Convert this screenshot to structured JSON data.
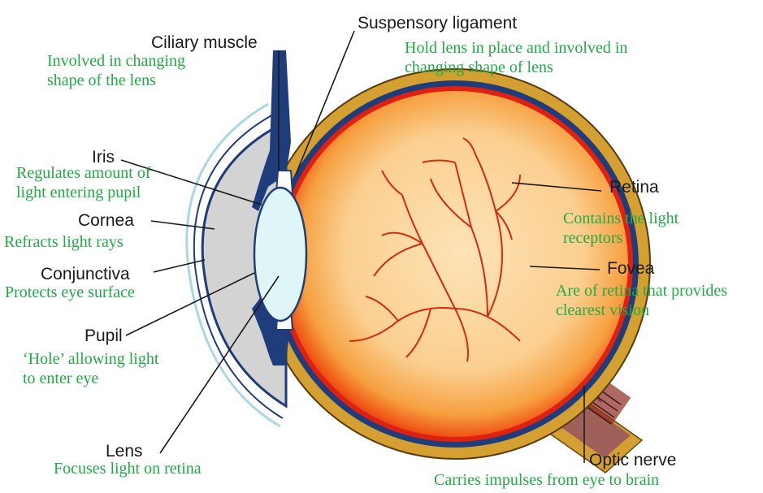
{
  "diagram": {
    "colors": {
      "label": "#1a1a1a",
      "description": "#22aa44",
      "sclera": "#d4a032",
      "choroid": "#1f3d7a",
      "retina_red": "#e02010",
      "vitreous": "#fbd9a8",
      "lens": "#dff6f8",
      "cornea": "#d3d3d3",
      "optic_nerve": "#a0605a",
      "blood_vessel": "#d42a10"
    },
    "parts": [
      {
        "id": "ciliary-muscle",
        "label": "Ciliary muscle",
        "description": [
          "Involved in changing",
          "shape of the lens"
        ]
      },
      {
        "id": "suspensory-ligament",
        "label": "Suspensory ligament",
        "description": [
          "Hold lens in place and involved in",
          "changing shape of lens"
        ]
      },
      {
        "id": "iris",
        "label": "Iris",
        "description": [
          "Regulates amount of",
          "light  entering pupil"
        ]
      },
      {
        "id": "retina",
        "label": "Retina",
        "description": [
          "Contains the light",
          "receptors"
        ]
      },
      {
        "id": "cornea",
        "label": "Cornea",
        "description": [
          "Refracts light rays"
        ]
      },
      {
        "id": "conjunctiva",
        "label": "Conjunctiva",
        "description": [
          "Protects eye surface"
        ]
      },
      {
        "id": "fovea",
        "label": "Fovea",
        "description": [
          "Are of retina that provides",
          "clearest vision"
        ]
      },
      {
        "id": "pupil",
        "label": "Pupil",
        "description": [
          "‘Hole’ allowing light",
          "to enter eye"
        ]
      },
      {
        "id": "lens",
        "label": "Lens",
        "description": [
          "Focuses light on retina"
        ]
      },
      {
        "id": "optic-nerve",
        "label": "Optic nerve",
        "description": [
          "Carries impulses from eye to brain"
        ]
      }
    ]
  }
}
